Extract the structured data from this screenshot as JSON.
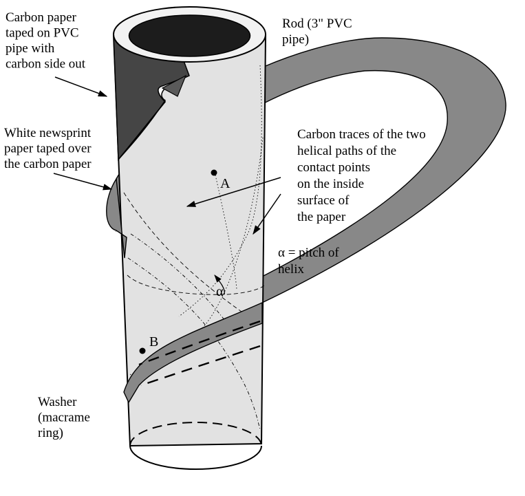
{
  "labels": {
    "carbon_paper": [
      "Carbon paper",
      "taped on PVC",
      "pipe with",
      "carbon side out"
    ],
    "rod": [
      "Rod (3\" PVC",
      "pipe)"
    ],
    "newsprint": [
      "White newsprint",
      "paper taped over",
      "the carbon paper"
    ],
    "traces": [
      "Carbon traces of the two",
      "helical paths of the",
      "contact points",
      "on the inside",
      "surface of",
      "the paper"
    ],
    "pitch": [
      "α = pitch of",
      "helix"
    ],
    "washer": [
      "Washer",
      "(macrame",
      "ring)"
    ]
  },
  "points": {
    "a": "A",
    "b": "B",
    "alpha": "α"
  },
  "colors": {
    "pipe_paper": "#e2e2e2",
    "pipe_rim": "#f2f2f2",
    "pipe_bore": "#1c1c1c",
    "carbon": "#454545",
    "carbon_fold": "#5a5a5a",
    "washer": "#888888",
    "ink": "#000000"
  }
}
